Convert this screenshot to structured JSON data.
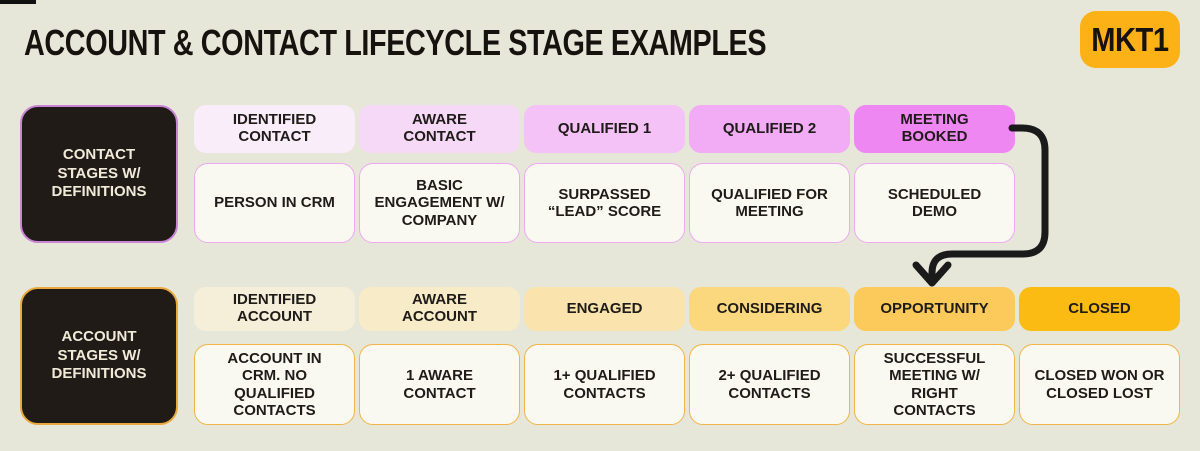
{
  "page": {
    "title": "ACCOUNT & CONTACT LIFECYCLE STAGE EXAMPLES",
    "logo_text": "MKT1"
  },
  "colors": {
    "background": "#e6e6d9",
    "label_bg": "#211b17",
    "label_text": "#f0ebd9",
    "def_bg": "#f9f9f1",
    "row_contact_label_border": "#c984d6",
    "row_contact_def_border": "#efa9f1",
    "row_account_label_border": "#e9a93c",
    "row_account_def_border": "#f0b547",
    "logo_bg": "#fcb116",
    "arrow": "#1a1a1a"
  },
  "rows": {
    "contact": {
      "label": "CONTACT STAGES W/ DEFINITIONS",
      "stages": [
        {
          "name": "IDENTIFIED CONTACT",
          "definition": "PERSON IN CRM",
          "color": "#f9edf9"
        },
        {
          "name": "AWARE CONTACT",
          "definition": "BASIC ENGAGEMENT W/ COMPANY",
          "color": "#f6d8f7"
        },
        {
          "name": "QUALIFIED 1",
          "definition": "SURPASSED “LEAD” SCORE",
          "color": "#f4c2f6"
        },
        {
          "name": "QUALIFIED 2",
          "definition": "QUALIFIED FOR MEETING",
          "color": "#f2abf5"
        },
        {
          "name": "MEETING BOOKED",
          "definition": "SCHEDULED DEMO",
          "color": "#ef87f3"
        }
      ]
    },
    "account": {
      "label": "ACCOUNT STAGES W/ DEFINITIONS",
      "stages": [
        {
          "name": "IDENTIFIED ACCOUNT",
          "definition": "ACCOUNT IN CRM. NO QUALIFIED CONTACTS",
          "color": "#f5efda"
        },
        {
          "name": "AWARE ACCOUNT",
          "definition": "1 AWARE CONTACT",
          "color": "#f8ecc8"
        },
        {
          "name": "ENGAGED",
          "definition": "1+ QUALIFIED CONTACTS",
          "color": "#fae3ad"
        },
        {
          "name": "CONSIDERING",
          "definition": "2+ QUALIFIED CONTACTS",
          "color": "#fbd77e"
        },
        {
          "name": "OPPORTUNITY",
          "definition": "SUCCESSFUL MEETING W/ RIGHT CONTACTS",
          "color": "#fcca5a"
        },
        {
          "name": "CLOSED",
          "definition": "CLOSED WON OR CLOSED LOST",
          "color": "#fcbb13"
        }
      ]
    }
  }
}
